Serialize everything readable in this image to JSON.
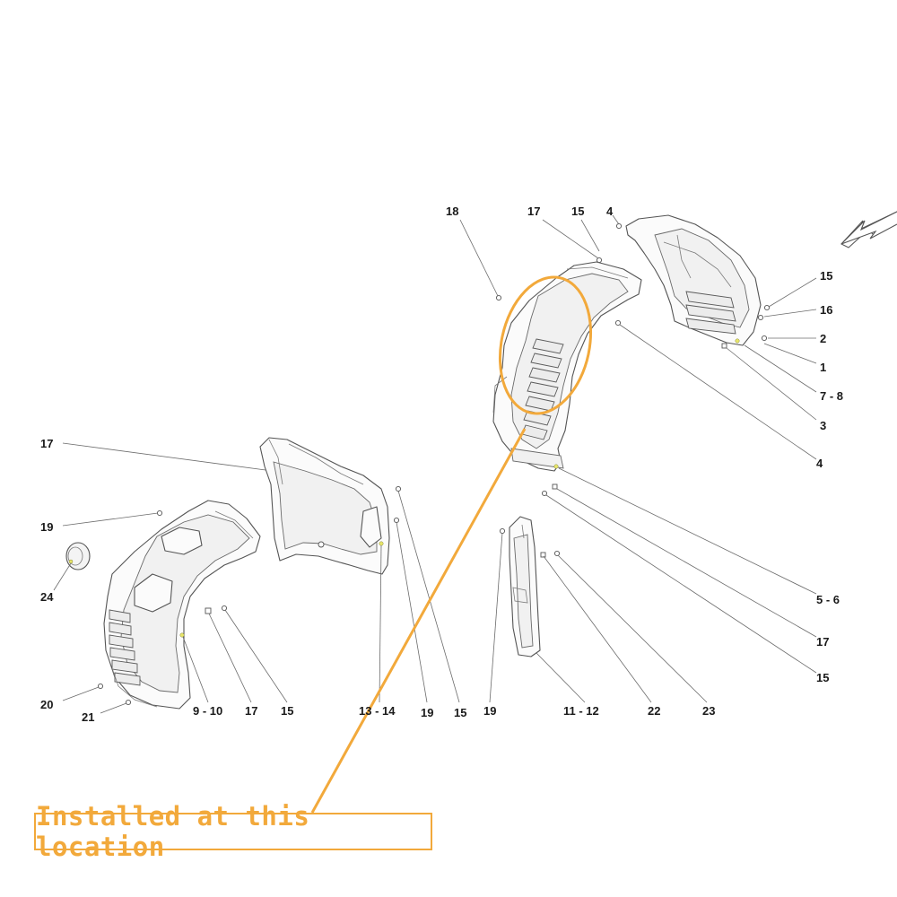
{
  "colors": {
    "highlight": "#f2a93b",
    "line": "#555555",
    "background": "#ffffff"
  },
  "icons": {
    "direction": "arrow-icon"
  },
  "note": {
    "text": "Installed at this location"
  },
  "callouts": [
    {
      "id": "18a",
      "label": "18"
    },
    {
      "id": "17a",
      "label": "17"
    },
    {
      "id": "15a",
      "label": "15"
    },
    {
      "id": "4a",
      "label": "4"
    },
    {
      "id": "15b",
      "label": "15"
    },
    {
      "id": "16",
      "label": "16"
    },
    {
      "id": "2",
      "label": "2"
    },
    {
      "id": "1",
      "label": "1"
    },
    {
      "id": "7-8",
      "label": "7 - 8"
    },
    {
      "id": "3",
      "label": "3"
    },
    {
      "id": "4b",
      "label": "4"
    },
    {
      "id": "5-6",
      "label": "5 - 6"
    },
    {
      "id": "17b",
      "label": "17"
    },
    {
      "id": "15c",
      "label": "15"
    },
    {
      "id": "17c",
      "label": "17"
    },
    {
      "id": "19a",
      "label": "19"
    },
    {
      "id": "24",
      "label": "24"
    },
    {
      "id": "20",
      "label": "20"
    },
    {
      "id": "21",
      "label": "21"
    },
    {
      "id": "9-10",
      "label": "9 - 10"
    },
    {
      "id": "17d",
      "label": "17"
    },
    {
      "id": "15d",
      "label": "15"
    },
    {
      "id": "13-14",
      "label": "13 - 14"
    },
    {
      "id": "19b",
      "label": "19"
    },
    {
      "id": "15e",
      "label": "15"
    },
    {
      "id": "19c",
      "label": "19"
    },
    {
      "id": "11-12",
      "label": "11 - 12"
    },
    {
      "id": "22",
      "label": "22"
    },
    {
      "id": "23",
      "label": "23"
    }
  ]
}
